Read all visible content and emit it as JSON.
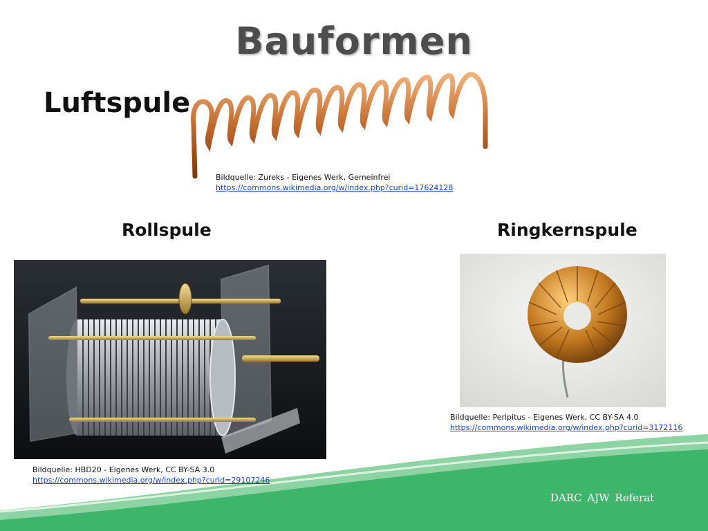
{
  "slide": {
    "title": "Bauformen",
    "footer": "DARC AJW Referat",
    "colors": {
      "wave_dark": "#3db56b",
      "wave_light": "#8ed3a3",
      "title": "#4d4d4d",
      "link": "#1a3fc4"
    }
  },
  "luftspule": {
    "label": "Luftspule",
    "credit": "Bildquelle:  Zureks - Eigenes Werk, Gemeinfrei",
    "link": "https://commons.wikimedia.org/w/index.php?curid=17624128",
    "image": "copper-air-coil"
  },
  "rollspule": {
    "label": "Rollspule",
    "credit": "Bildquelle: HBD20 - Eigenes Werk, CC BY-SA 3.0",
    "link": "https://commons.wikimedia.org/w/index.php?curid=29107246",
    "image": "roller-inductor-photo"
  },
  "ringkernspule": {
    "label": "Ringkernspule",
    "credit": "Bildquelle: Peripitus - Eigenes Werk, CC BY-SA 4.0",
    "link": "https://commons.wikimedia.org/w/index.php?curid=3172116",
    "image": "toroid-coil-photo"
  }
}
